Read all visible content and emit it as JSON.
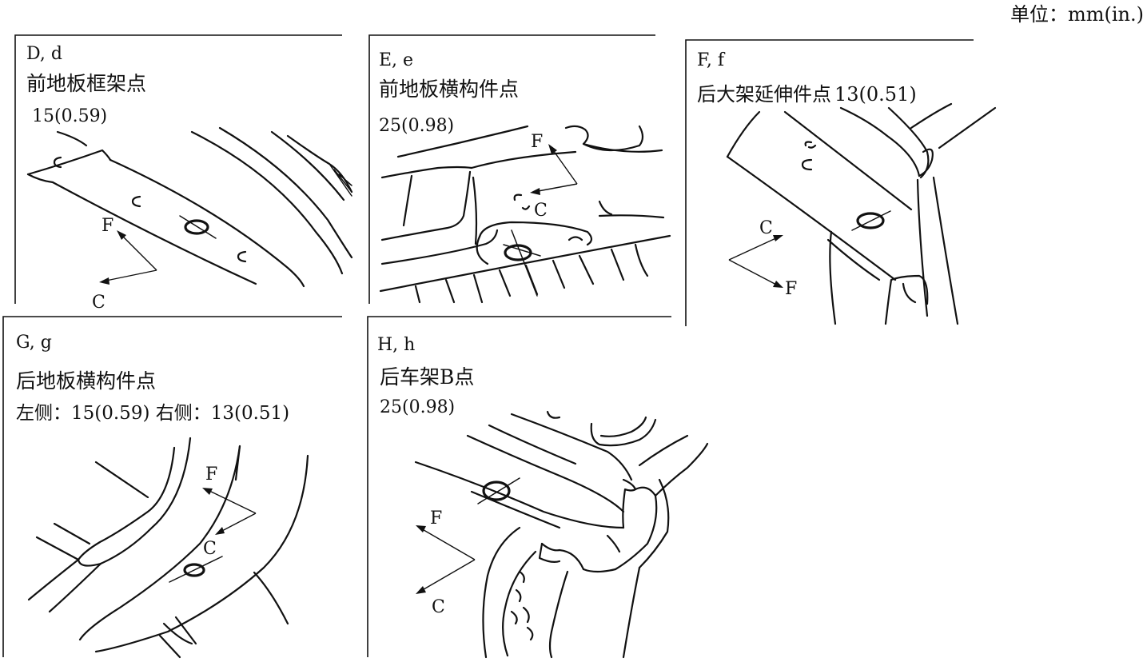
{
  "unit": "单位：mm(in.)",
  "panels": {
    "D": {
      "id": "D, d",
      "name": "前地板框架点",
      "size": "15(0.59)"
    },
    "E": {
      "id": "E, e",
      "name": "前地板横构件点",
      "size": "25(0.98)"
    },
    "F": {
      "id": "F, f",
      "name": "后大架延伸件点",
      "size": "13(0.51)"
    },
    "G": {
      "id": "G, g",
      "name": "后地板横构件点",
      "size": "左侧：15(0.59) 右侧：13(0.51)"
    },
    "H": {
      "id": "H, h",
      "name": "后车架B点",
      "size": "25(0.98)"
    }
  },
  "direction_labels": {
    "front": "F",
    "center": "C"
  },
  "hole_symbol": "C"
}
